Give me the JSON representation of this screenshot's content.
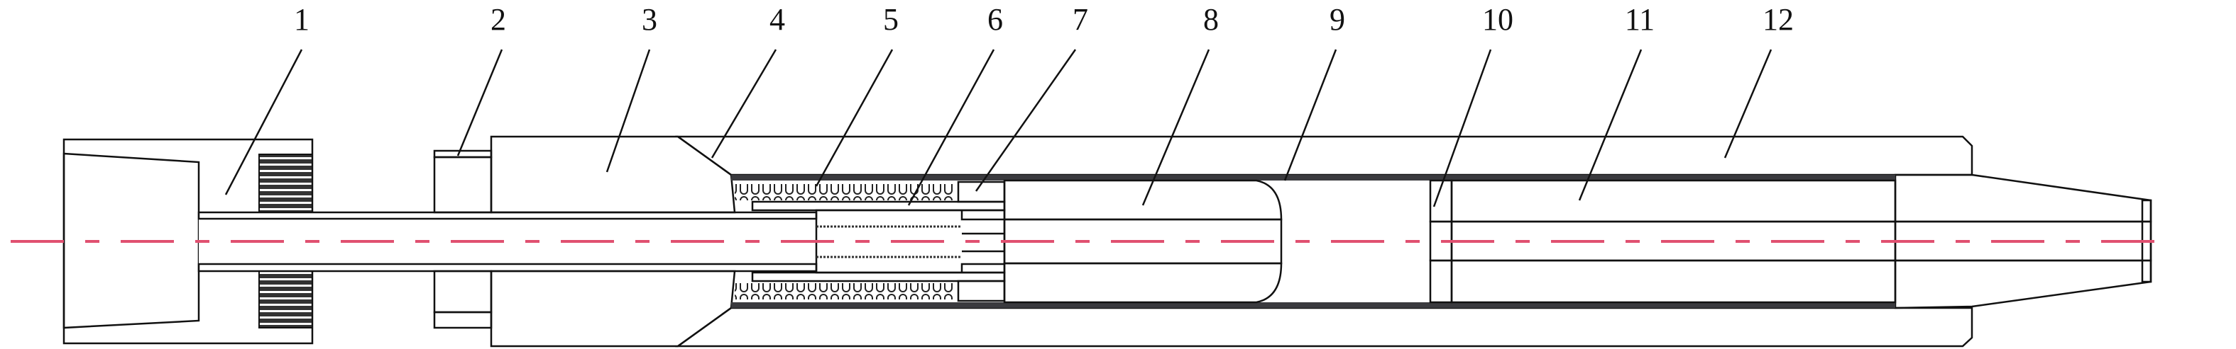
{
  "figure": {
    "type": "cross-section assembly drawing",
    "part_labels": [
      "1",
      "2",
      "3",
      "4",
      "5",
      "6",
      "7",
      "8",
      "9",
      "10",
      "11",
      "12"
    ]
  },
  "colors": {
    "outline": "#111111",
    "centerline": "#e05070",
    "liner": "#3a3a3e",
    "hatch": "#222222"
  }
}
